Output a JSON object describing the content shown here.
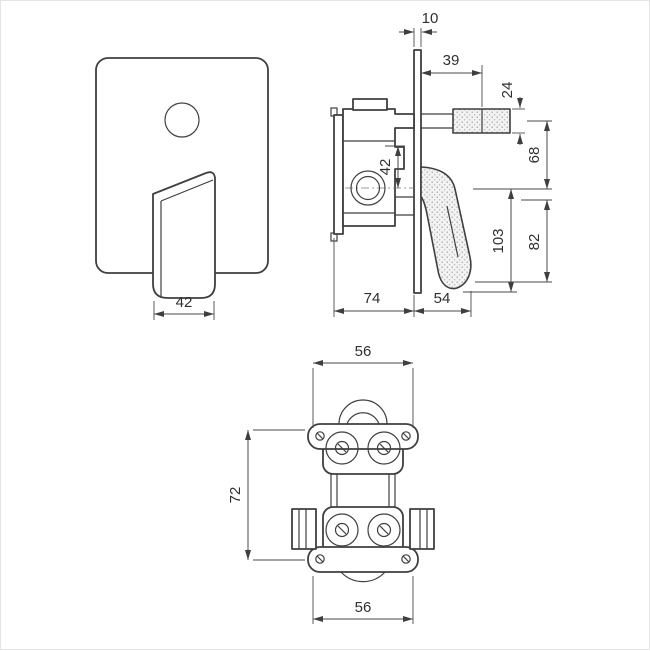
{
  "meta": {
    "ink_color": "#3f3f3f",
    "background_color": "#ffffff",
    "drawing_kind": "shower-mixer-valve-dimension-drawing"
  },
  "front": {
    "handle_width": "42"
  },
  "side": {
    "plate_thickness": "10",
    "spout_length": "39",
    "spout_diameter": "24",
    "port_offset": "42",
    "upper_height": "68",
    "handle_length": "103",
    "lower_height": "82",
    "body_depth": "74",
    "handle_depth": "54"
  },
  "rear": {
    "top_width": "56",
    "mount_height": "72",
    "bottom_width": "56"
  }
}
